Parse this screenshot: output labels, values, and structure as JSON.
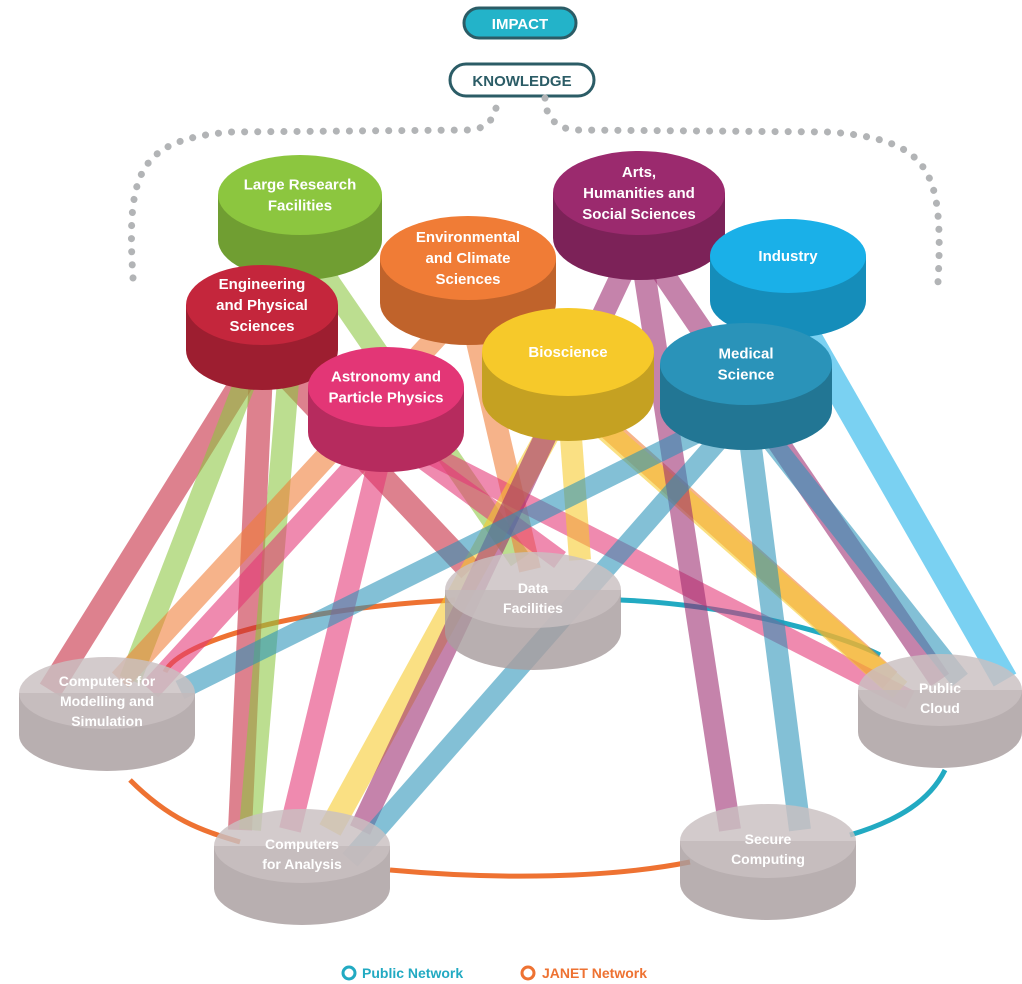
{
  "header": {
    "impact_label": "IMPACT",
    "knowledge_label": "KNOWLEDGE"
  },
  "disciplines": [
    {
      "id": "large-research",
      "lines": [
        "Large Research",
        "Facilities"
      ],
      "color": "#8cc63f"
    },
    {
      "id": "arts",
      "lines": [
        "Arts,",
        "Humanities and",
        "Social Sciences"
      ],
      "color": "#9b2a6e"
    },
    {
      "id": "environmental",
      "lines": [
        "Environmental",
        "and Climate",
        "Sciences"
      ],
      "color": "#f07c36"
    },
    {
      "id": "industry",
      "lines": [
        "Industry"
      ],
      "color": "#1ab0e8"
    },
    {
      "id": "engineering",
      "lines": [
        "Engineering",
        "and Physical",
        "Sciences"
      ],
      "color": "#c4263c"
    },
    {
      "id": "bioscience",
      "lines": [
        "Bioscience"
      ],
      "color": "#f6c92a"
    },
    {
      "id": "medical",
      "lines": [
        "Medical",
        "Science"
      ],
      "color": "#2a93b9"
    },
    {
      "id": "astronomy",
      "lines": [
        "Astronomy and",
        "Particle Physics"
      ],
      "color": "#e33676"
    }
  ],
  "infrastructure": [
    {
      "id": "data-facilities",
      "lines": [
        "Data",
        "Facilities"
      ]
    },
    {
      "id": "modelling",
      "lines": [
        "Computers for",
        "Modelling and",
        "Simulation"
      ]
    },
    {
      "id": "public-cloud",
      "lines": [
        "Public",
        "Cloud"
      ]
    },
    {
      "id": "analysis",
      "lines": [
        "Computers",
        "for Analysis"
      ]
    },
    {
      "id": "secure",
      "lines": [
        "Secure",
        "Computing"
      ]
    }
  ],
  "legend": [
    {
      "label": "Public Network",
      "color": "#22aac2"
    },
    {
      "label": "JANET Network",
      "color": "#ee7232"
    }
  ],
  "colors": {
    "pill_impact_fill": "#23b3c9",
    "pill_border": "#2b5c66",
    "dots": "#b2b4b6",
    "infra_top": "#c9bfc1",
    "infra_side": "#a89d9f",
    "public_network": "#22aac2",
    "janet_network": "#ee7232"
  }
}
